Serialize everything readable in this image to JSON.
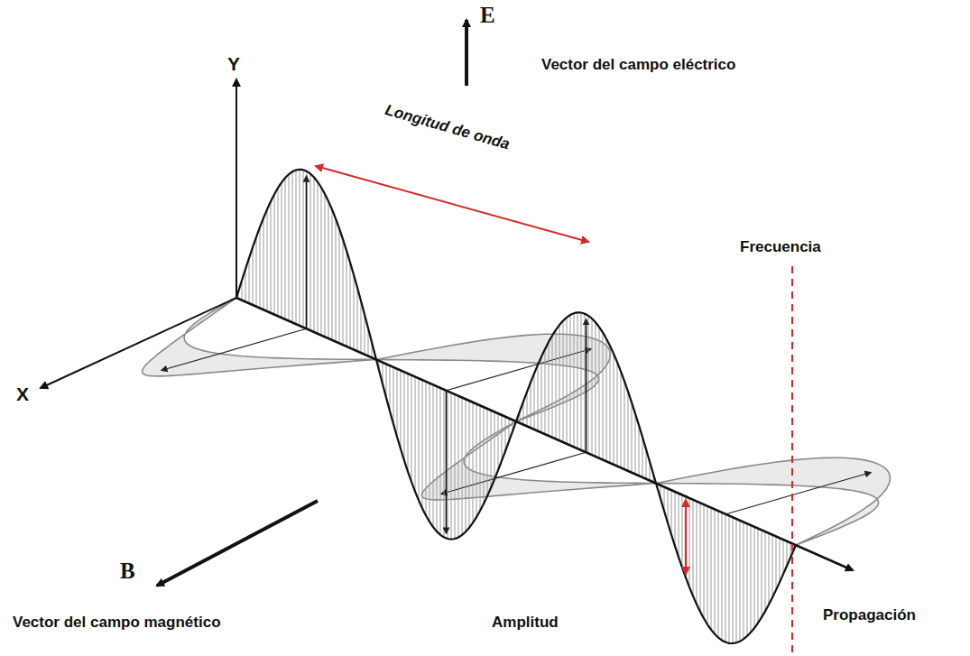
{
  "diagram": {
    "labels": [
      "E",
      "Vector del campo eléctrico",
      "Y",
      "Longitud de onda",
      "Frecuencia",
      "X",
      "B",
      "Vector del campo magnético",
      "Amplitud",
      "Propagación"
    ]
  }
}
